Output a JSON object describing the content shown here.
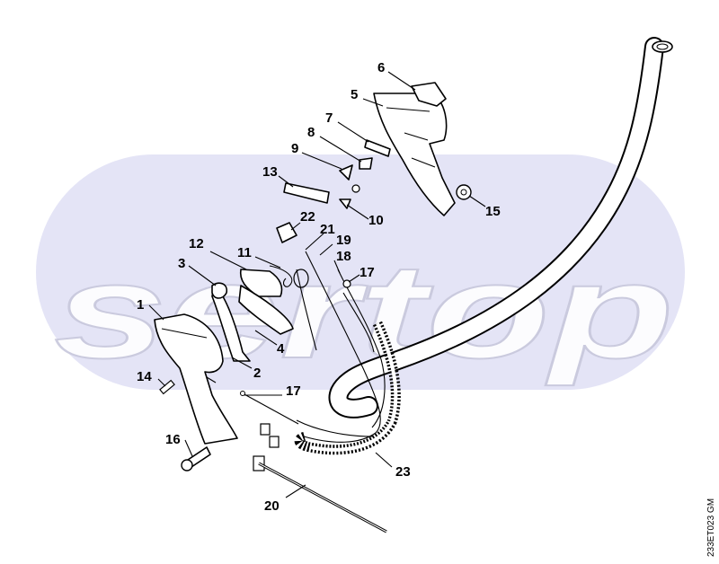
{
  "watermark": {
    "text": "sertop",
    "band_color": "#e4e4f6"
  },
  "drawing_code": "233ET023 GM",
  "parts": [
    {
      "id": "1",
      "label": "1"
    },
    {
      "id": "2",
      "label": "2"
    },
    {
      "id": "3",
      "label": "3"
    },
    {
      "id": "4",
      "label": "4"
    },
    {
      "id": "5",
      "label": "5"
    },
    {
      "id": "6",
      "label": "6"
    },
    {
      "id": "7",
      "label": "7"
    },
    {
      "id": "8",
      "label": "8"
    },
    {
      "id": "9",
      "label": "9"
    },
    {
      "id": "10",
      "label": "10"
    },
    {
      "id": "11",
      "label": "11"
    },
    {
      "id": "12",
      "label": "12"
    },
    {
      "id": "13",
      "label": "13"
    },
    {
      "id": "14",
      "label": "14"
    },
    {
      "id": "15",
      "label": "15"
    },
    {
      "id": "16",
      "label": "16"
    },
    {
      "id": "17a",
      "label": "17"
    },
    {
      "id": "17b",
      "label": "17"
    },
    {
      "id": "18",
      "label": "18"
    },
    {
      "id": "19",
      "label": "19"
    },
    {
      "id": "20",
      "label": "20"
    },
    {
      "id": "21",
      "label": "21"
    },
    {
      "id": "22",
      "label": "22"
    },
    {
      "id": "23",
      "label": "23"
    }
  ]
}
